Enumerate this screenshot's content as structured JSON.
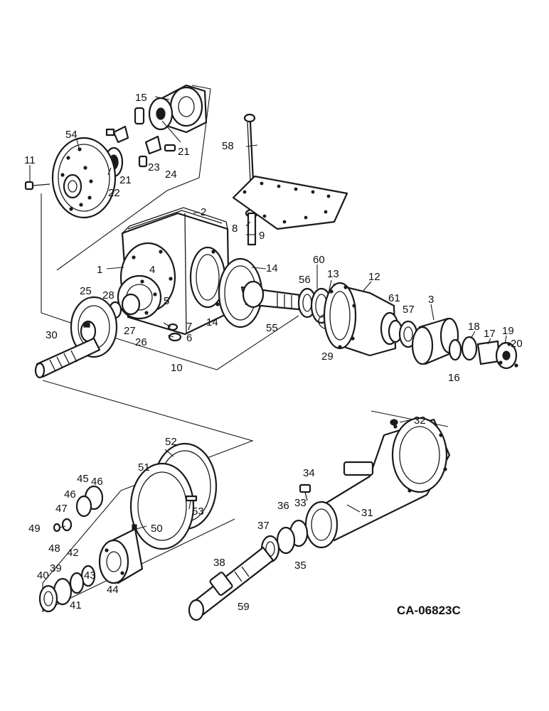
{
  "diagram_code": "CA-06823C",
  "callouts": [
    "1",
    "2",
    "3",
    "4",
    "5",
    "6",
    "7",
    "8",
    "9",
    "10",
    "11",
    "12",
    "13",
    "14",
    "14",
    "15",
    "16",
    "17",
    "18",
    "19",
    "20",
    "21",
    "21",
    "22",
    "23",
    "24",
    "25",
    "26",
    "27",
    "28",
    "29",
    "30",
    "31",
    "32",
    "33",
    "34",
    "35",
    "36",
    "37",
    "38",
    "39",
    "40",
    "41",
    "42",
    "43",
    "44",
    "45",
    "46",
    "46",
    "47",
    "48",
    "49",
    "50",
    "51",
    "52",
    "53",
    "54",
    "55",
    "56",
    "57",
    "58",
    "59",
    "60",
    "61"
  ]
}
